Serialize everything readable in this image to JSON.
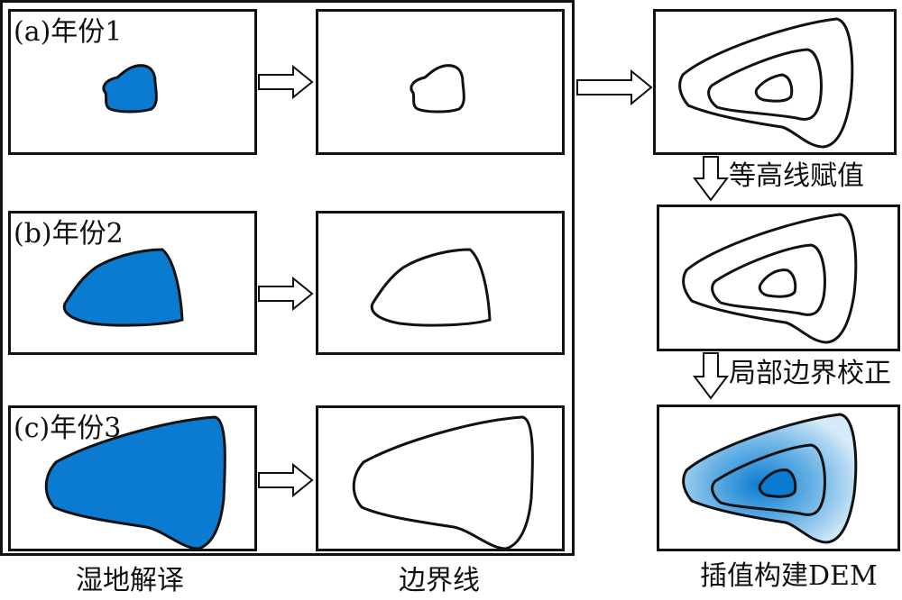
{
  "colors": {
    "water": "#0a7bd0",
    "stroke": "#111111",
    "background": "#ffffff"
  },
  "panels": [
    {
      "label": "(a)年份1"
    },
    {
      "label": "(b)年份2"
    },
    {
      "label": "(c)年份3"
    }
  ],
  "steps": [
    {
      "label": "等高线赋值"
    },
    {
      "label": "局部边界校正"
    }
  ],
  "columns": [
    {
      "label": "湿地解译"
    },
    {
      "label": "边界线"
    },
    {
      "label": "插值构建DEM"
    }
  ]
}
